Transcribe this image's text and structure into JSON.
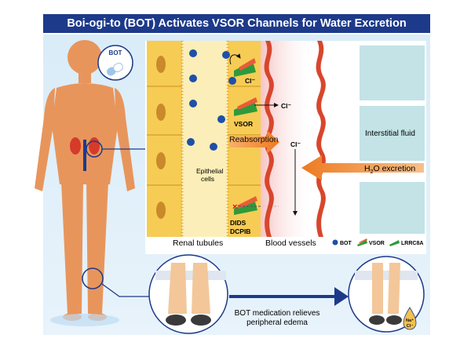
{
  "title": "Boi-ogi-to (BOT) Activates VSOR Channels for Water Excretion",
  "badge": {
    "label": "BOT"
  },
  "labels": {
    "cl1": "Cl⁻",
    "cl2": "Cl⁻",
    "cl3": "Cl⁻",
    "vsor": "VSOR",
    "reabsorption": "Reabsorption",
    "epithelial": "Epithelial\ncells",
    "dids": "DIDS",
    "dcpib": "DCPIB",
    "renal_tubules": "Renal tubules",
    "blood_vessels": "Blood vessels",
    "interstitial": "Interstitial fluid",
    "h2o_prefix": "H",
    "h2o_sub": "2",
    "h2o_suffix": "O excretion"
  },
  "legend": {
    "bot": "BOT",
    "vsor": "VSOR",
    "lrrc8a": "LRRC8A"
  },
  "bottom": {
    "caption_line1": "BOT medication relieves",
    "caption_line2": "peripheral edema",
    "na_label": "Na⁺",
    "cl_label": "Cl⁻"
  },
  "colors": {
    "title_bg": "#1d3a8a",
    "bot_dot": "#1f4fa8",
    "vsor_green": "#2e9a3a",
    "arrow_orange": "#f08a2c",
    "body_skin": "#e8955c"
  }
}
